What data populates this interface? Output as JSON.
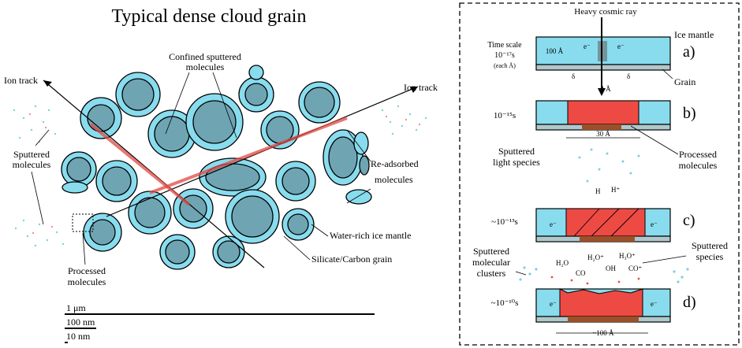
{
  "left_panel": {
    "title": "Typical dense cloud grain",
    "labels": {
      "ion_track_left": "Ion track",
      "ion_track_right": "Ion track",
      "confined_1": "Confined sputtered",
      "confined_2": "molecules",
      "sputtered_1": "Sputtered",
      "sputtered_2": "molecules",
      "readsorbed_1": "Re-adsorbed",
      "readsorbed_2": "molecules",
      "water_mantle": "Water-rich ice mantle",
      "silicate": "Silicate/Carbon grain",
      "processed_1": "Processed",
      "processed_2": "molecules"
    },
    "scale_bars": [
      "1 μm",
      "100 nm",
      "10 nm"
    ]
  },
  "right_panel": {
    "heavy_cosmic_ray": "Heavy cosmic ray",
    "ice_mantle": "Ice mantle",
    "grain": "Grain",
    "time_scale_1": "Time scale",
    "time_scale_2": "10⁻¹⁷s",
    "time_scale_3": "(each Å)",
    "depth_a": "100 Å",
    "width_a": "4 Å",
    "time_b": "10⁻¹⁵s",
    "width_b": "30 Å",
    "sputtered_light_1": "Sputtered",
    "sputtered_light_2": "light species",
    "processed_1": "Processed",
    "processed_2": "molecules",
    "time_c": "~10⁻¹³s",
    "time_d": "~10⁻¹⁰s",
    "width_d": "~100 Å",
    "sputtered_clusters_1": "Sputtered",
    "sputtered_clusters_2": "molecular",
    "sputtered_clusters_3": "clusters",
    "sputtered_species_1": "Sputtered",
    "sputtered_species_2": "species",
    "electron": "e⁻",
    "delta": "δ",
    "species": [
      "H₂O",
      "H₂O⁺",
      "H₃O⁺",
      "CO",
      "OH",
      "CO⁺",
      "H",
      "H⁺"
    ],
    "panel_letters": [
      "a)",
      "b)",
      "c)",
      "d)"
    ]
  },
  "colors": {
    "ice_light": "#88dcee",
    "grain_core": "#6fa5b3",
    "hot_red": "#ee4a44",
    "brown": "#9a5028"
  }
}
